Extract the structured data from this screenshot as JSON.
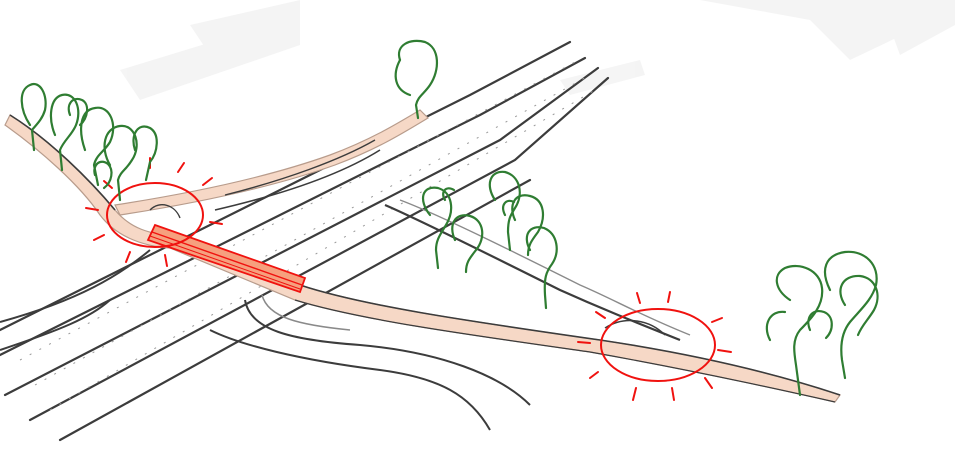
{
  "sketch": {
    "colors": {
      "background": "#ffffff",
      "paper_streak": "#ececec",
      "ink": "#3c3c3c",
      "ink_light": "#8a8a8a",
      "path_fill": "#f6d8c6",
      "path_edge": "#b89c8c",
      "highlight": "#f0120f",
      "crossing_fill": "#f6a07e",
      "tree": "#2f7d32"
    },
    "elements": [
      "motorway",
      "motorway-lane-markings",
      "service-road-left",
      "service-road-bottom",
      "off-ramp",
      "cycle-path",
      "crossing-segment",
      "conflict-circle-left",
      "conflict-circle-right",
      "tree-groups"
    ]
  }
}
